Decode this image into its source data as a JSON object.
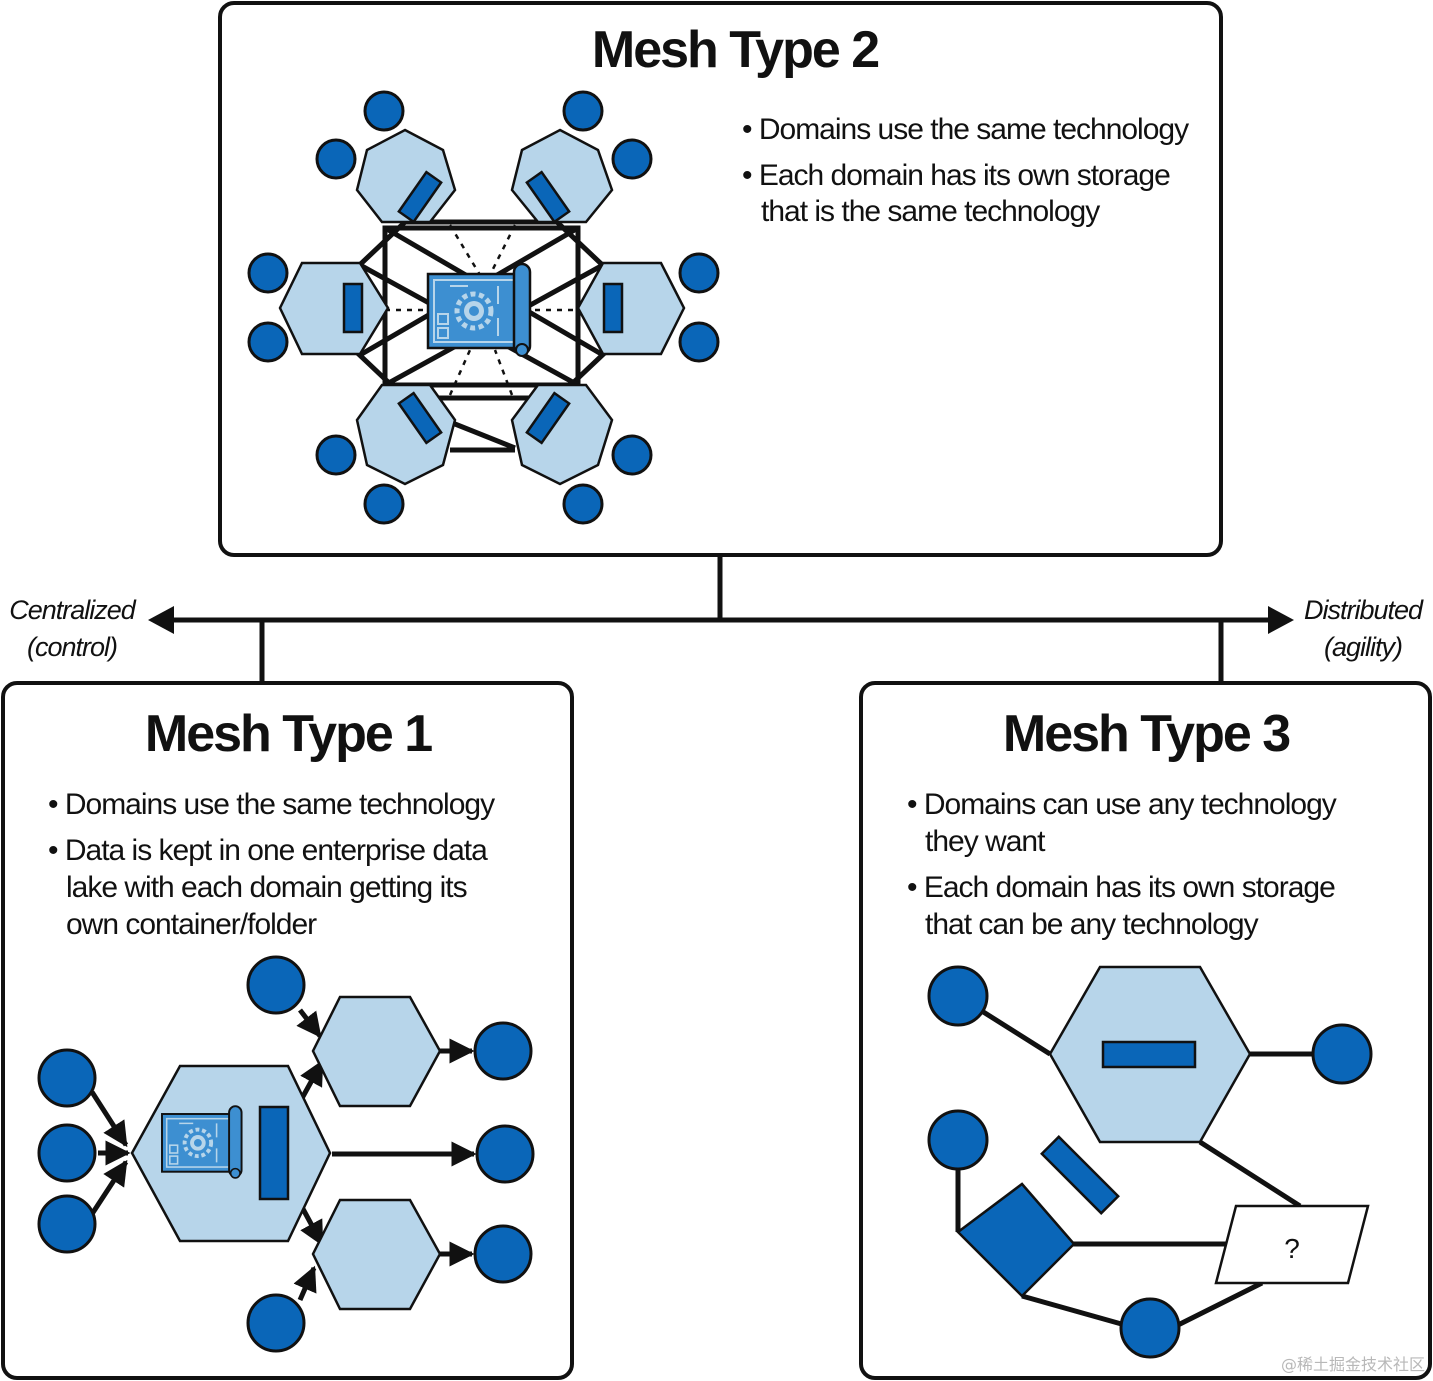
{
  "colors": {
    "dark_blue": "#0a66b8",
    "light_blue": "#b7d5ea",
    "outline": "#111111"
  },
  "axis": {
    "left_label_line1": "Centralized",
    "left_label_line2": "(control)",
    "right_label_line1": "Distributed",
    "right_label_line2": "(agility)"
  },
  "type2": {
    "title": "Mesh Type 2",
    "bullet1": "• Domains use the same technology",
    "bullet2_line1": "• Each domain has its own storage",
    "bullet2_line2": "that is the same technology"
  },
  "type1": {
    "title": "Mesh Type 1",
    "bullet1": "• Domains use the same technology",
    "bullet2_line1": "• Data is kept in one enterprise data",
    "bullet2_line2": "lake with each domain getting its",
    "bullet2_line3": "own container/folder"
  },
  "type3": {
    "title": "Mesh Type 3",
    "bullet1_line1": "• Domains can use any technology",
    "bullet1_line2": "they want",
    "bullet2_line1": "• Each domain has its own storage",
    "bullet2_line2": "that can be any technology",
    "unknown_tech_label": "?"
  },
  "icons": {
    "gear": "gear-icon",
    "blueprint": "blueprint-icon",
    "user": "user-circle-icon",
    "storage": "storage-bar-icon"
  },
  "watermark": "@稀土掘金技术社区"
}
